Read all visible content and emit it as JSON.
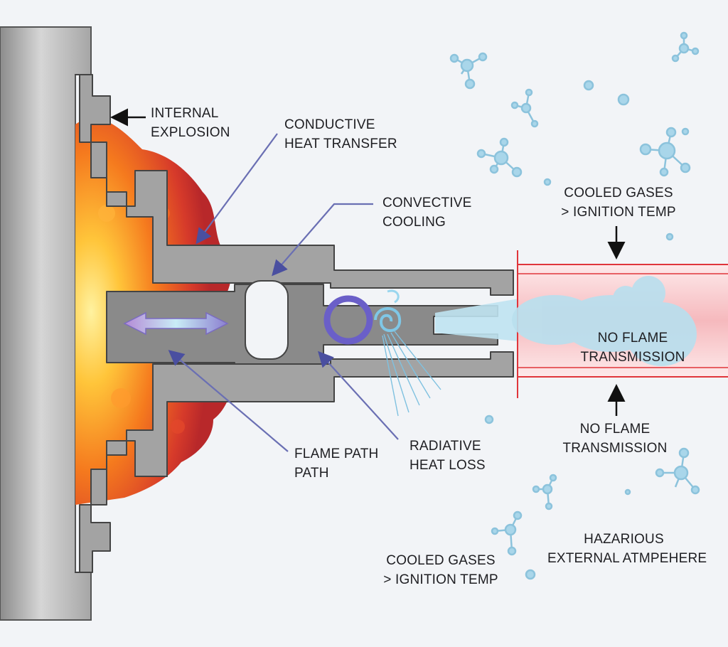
{
  "labels": {
    "internal_explosion": [
      "INTERNAL",
      "EXPLOSION"
    ],
    "conductive_heat_transfer": [
      "CONDUCTIVE",
      "HEAT TRANSFER"
    ],
    "convective_cooling": [
      "CONVECTIVE",
      "COOLING"
    ],
    "cooled_gases_top": [
      "COOLED GASES",
      "> IGNITION TEMP"
    ],
    "no_flame_transmission_tube": [
      "NO FLAME",
      "TRANSMISSION"
    ],
    "no_flame_transmission_below": [
      "NO FLAME",
      "TRANSMISSION"
    ],
    "flame_path": [
      "FLAME PATH",
      "PATH"
    ],
    "radiative_heat_loss": [
      "RADIATIVE",
      "HEAT LOSS"
    ],
    "hazardous_atmosphere": [
      "HAZARIOUS",
      "EXTERNAL ATMPEHERE"
    ],
    "cooled_gases_bottom": [
      "COOLED GASES",
      "> IGNITION TEMP"
    ]
  },
  "colors": {
    "background": "#f2f4f7",
    "enclosure_metal": "#9c9c9c",
    "flame_path_metal": "#7a7a7a",
    "fire_outer": "#d63a2a",
    "fire_inner": "#ffd24a",
    "leader_line": "#6a6fb3",
    "cooled_gas": "#a9d8ea",
    "tube_line": "#e0353b",
    "molecule": "#9fcfe4"
  },
  "icons": [
    "molecule-icon",
    "arrow-down-icon",
    "arrow-up-icon",
    "vortex-icon",
    "double-arrow-icon"
  ]
}
